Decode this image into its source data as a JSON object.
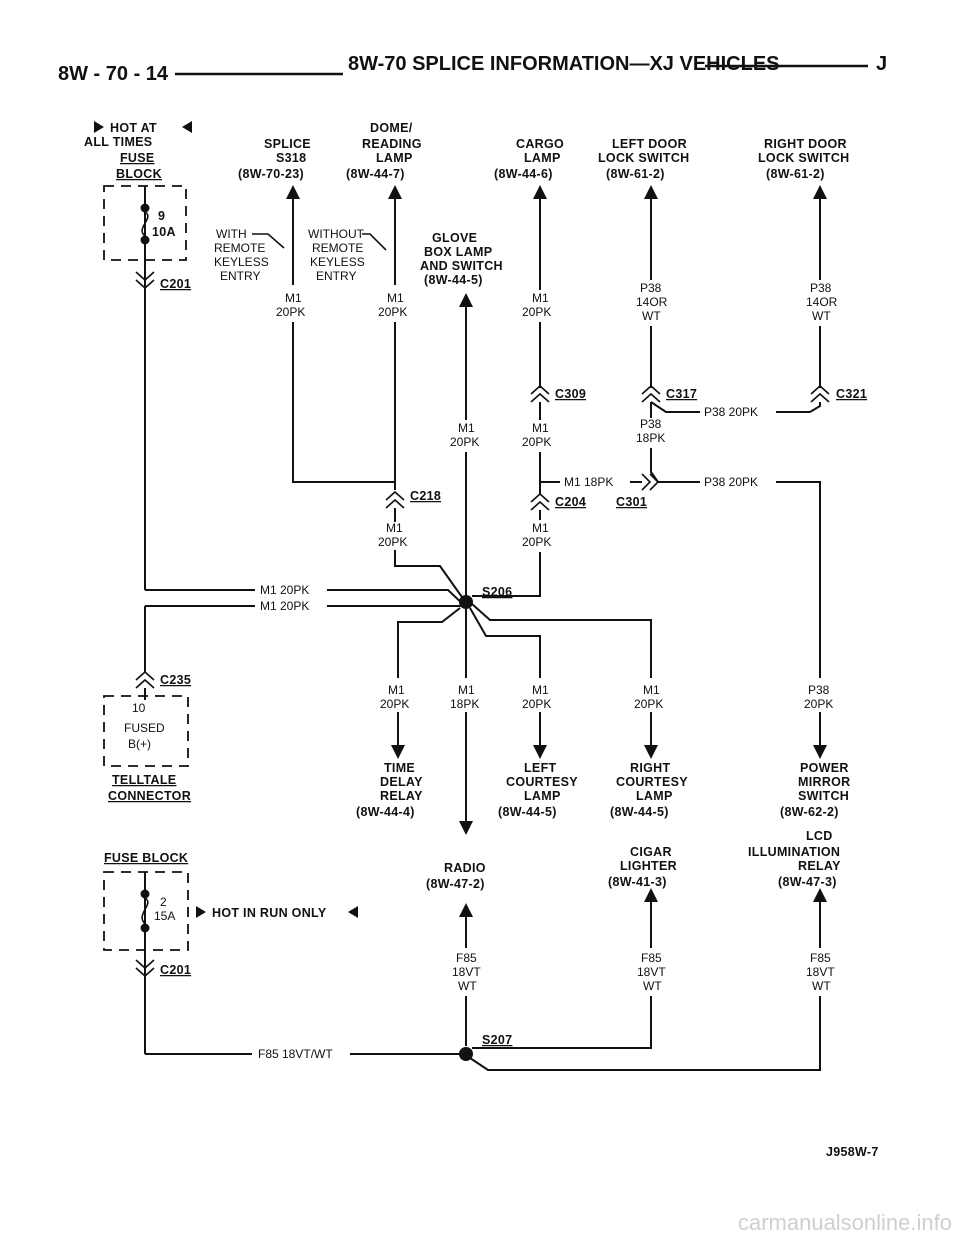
{
  "header": {
    "page": "8W - 70 - 14",
    "title": "8W-70 SPLICE INFORMATION—XJ VEHICLES",
    "letter": "J"
  },
  "fuse_top": {
    "hot": "HOT AT",
    "hot2": "ALL TIMES",
    "fuse": "FUSE",
    "block": "BLOCK",
    "num": "9",
    "amp": "10A",
    "conn": "C201"
  },
  "fuse_bottom": {
    "title": "FUSE BLOCK",
    "num": "2",
    "amp": "15A",
    "hot": "HOT IN RUN ONLY",
    "conn": "C201"
  },
  "telltale": {
    "conn": "C235",
    "pin": "10",
    "fused": "FUSED",
    "b": "B(+)",
    "name1": "TELLTALE",
    "name2": "CONNECTOR"
  },
  "top_components": {
    "splice": [
      "SPLICE",
      "S318",
      "(8W-70-23)"
    ],
    "dome": [
      "DOME/",
      "READING",
      "LAMP",
      "(8W-44-7)"
    ],
    "cargo": [
      "CARGO",
      "LAMP",
      "(8W-44-6)"
    ],
    "left_door": [
      "LEFT DOOR",
      "LOCK SWITCH",
      "(8W-61-2)"
    ],
    "right_door": [
      "RIGHT DOOR",
      "LOCK SWITCH",
      "(8W-61-2)"
    ],
    "glove": [
      "GLOVE",
      "BOX LAMP",
      "AND SWITCH",
      "(8W-44-5)"
    ]
  },
  "notes": {
    "with": [
      "WITH",
      "REMOTE",
      "KEYLESS",
      "ENTRY"
    ],
    "without": [
      "WITHOUT",
      "REMOTE",
      "KEYLESS",
      "ENTRY"
    ]
  },
  "connectors": {
    "c309": "C309",
    "c317": "C317",
    "c321": "C321",
    "c218": "C218",
    "c204": "C204",
    "c301": "C301"
  },
  "splices": {
    "s206": "S206",
    "s207": "S207"
  },
  "wires": {
    "m1": "M1",
    "p38": "P38",
    "f85": "F85",
    "g20pk": "20PK",
    "g18pk": "18PK",
    "g14or": "14OR",
    "wt": "WT",
    "g18vt": "18VT",
    "p38_20pk": "P38 20PK",
    "m1_18pk": "M1 18PK",
    "m1_20pk": "M1 20PK",
    "f85_full": "F85 18VT/WT"
  },
  "bottom_components": {
    "time_delay": [
      "TIME",
      "DELAY",
      "RELAY",
      "(8W-44-4)"
    ],
    "left_courtesy": [
      "LEFT",
      "COURTESY",
      "LAMP",
      "(8W-44-5)"
    ],
    "right_courtesy": [
      "RIGHT",
      "COURTESY",
      "LAMP",
      "(8W-44-5)"
    ],
    "power_mirror": [
      "POWER",
      "MIRROR",
      "SWITCH",
      "(8W-62-2)"
    ],
    "radio": [
      "RADIO",
      "(8W-47-2)"
    ],
    "cigar": [
      "CIGAR",
      "LIGHTER",
      "(8W-41-3)"
    ],
    "lcd": [
      "LCD",
      "ILLUMINATION",
      "RELAY",
      "(8W-47-3)"
    ]
  },
  "figure_id": "J958W-7",
  "watermark": "carmanualsonline.info"
}
